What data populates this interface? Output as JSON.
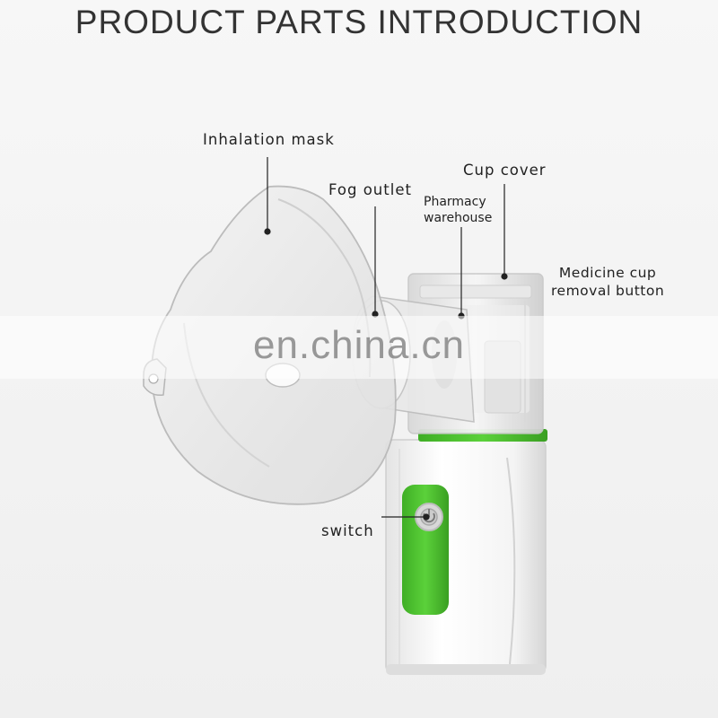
{
  "title": "PRODUCT PARTS INTRODUCTION",
  "labels": {
    "inhalation_mask": "Inhalation mask",
    "fog_outlet": "Fog outlet",
    "pharmacy_line1": "Pharmacy",
    "pharmacy_line2": "warehouse",
    "cup_cover": "Cup cover",
    "medicine_line1": "Medicine cup",
    "medicine_line2": "removal button",
    "switch": "switch"
  },
  "watermark": "en.china.cn",
  "colors": {
    "accent_green": "#4cc22e",
    "title": "#333333",
    "leader_line": "#222222"
  }
}
